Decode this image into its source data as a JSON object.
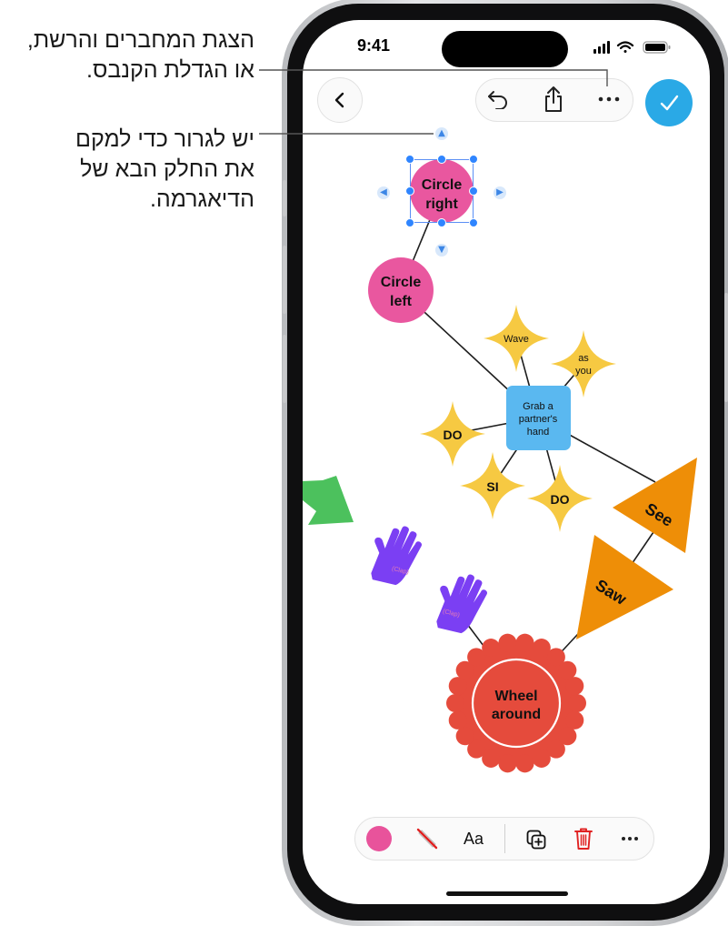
{
  "callouts": {
    "top": [
      "הצגת המחברים והרשת,",
      "או הגדלת הקנבס."
    ],
    "middle": [
      "יש לגרור כדי למקם",
      "את החלק הבא של",
      "הדיאגרמה."
    ]
  },
  "status_bar": {
    "time": "9:41"
  },
  "toolbar": {
    "back_icon": "chevron-left-icon",
    "undo_icon": "undo-icon",
    "share_icon": "share-icon",
    "more_icon": "more-icon",
    "done_icon": "checkmark-icon"
  },
  "diagram": {
    "circle_right": [
      "Circle",
      "right"
    ],
    "circle_left": [
      "Circle",
      "left"
    ],
    "wave": "Wave",
    "as_you": [
      "as",
      "you"
    ],
    "grab": [
      "Grab a",
      "partner's",
      "hand"
    ],
    "do_left": "DO",
    "si": "SI",
    "do_right": "DO",
    "see": "See",
    "saw": "Saw",
    "clap": "(Clap)",
    "wheel": [
      "Wheel",
      "around"
    ]
  },
  "format_bar": {
    "fill_color": "#e8539b",
    "text_style_label": "Aa",
    "icons": [
      "stroke-none-icon",
      "duplicate-icon",
      "trash-icon",
      "more-icon"
    ]
  },
  "colors": {
    "pink": "#e9579f",
    "yellow": "#f6c942",
    "blue": "#5ab8f0",
    "orange": "#ee8e07",
    "green": "#4cc15d",
    "purple": "#7b3ff3",
    "red": "#e54b3c",
    "accent": "#2aa9e6"
  }
}
